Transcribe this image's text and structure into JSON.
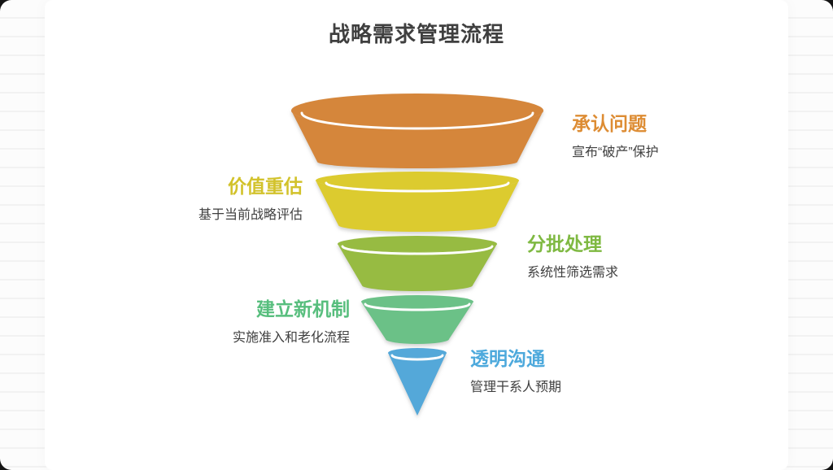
{
  "page": {
    "title": "战略需求管理流程"
  },
  "background": {
    "page_color": "#fcfcfc",
    "ruled_line_color": "#f2f2f2",
    "card_color": "#ffffff",
    "corner_backdrop_color": "#141414"
  },
  "funnel": {
    "type": "funnel",
    "stage_count": 5,
    "stages": [
      {
        "order": 1,
        "label": "承认问题",
        "desc": "宣布“破产”保护",
        "fill": "#d5863b",
        "label_color": "#dd8c33",
        "side": "right"
      },
      {
        "order": 2,
        "label": "价值重估",
        "desc": "基于当前战略评估",
        "fill": "#dccb2f",
        "label_color": "#d2c22b",
        "side": "left"
      },
      {
        "order": 3,
        "label": "分批处理",
        "desc": "系统性筛选需求",
        "fill": "#97bb42",
        "label_color": "#7fb942",
        "side": "right"
      },
      {
        "order": 4,
        "label": "建立新机制",
        "desc": "实施准入和老化流程",
        "fill": "#6bc187",
        "label_color": "#57be7d",
        "side": "left"
      },
      {
        "order": 5,
        "label": "透明沟通",
        "desc": "管理干系人预期",
        "fill": "#54a8d9",
        "label_color": "#4da9dc",
        "side": "right"
      }
    ]
  }
}
